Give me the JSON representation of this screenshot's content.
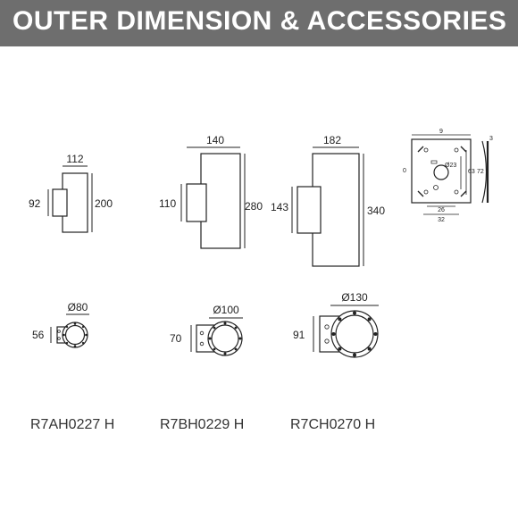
{
  "header": {
    "title": "OUTER DIMENSION & ACCESSORIES"
  },
  "models": [
    {
      "code": "R7AH0227 H",
      "width": "112",
      "height": "200",
      "box_height": "92",
      "diameter": "Ø80",
      "bracket": "56"
    },
    {
      "code": "R7BH0229 H",
      "width": "140",
      "height": "280",
      "box_height": "110",
      "diameter": "Ø100",
      "bracket": "70"
    },
    {
      "code": "R7CH0270 H",
      "width": "182",
      "height": "340",
      "box_height": "143",
      "diameter": "Ø130",
      "bracket": "91"
    }
  ],
  "mounting_plate": {
    "width": "9",
    "thickness": "3",
    "left": "0",
    "hole": "Ø23",
    "height_inner": "63",
    "height_outer": "72",
    "spacing_inner": "26",
    "spacing_outer": "32"
  },
  "colors": {
    "header_bg": "#6e6e6e",
    "header_text": "#ffffff",
    "line": "#222222"
  }
}
